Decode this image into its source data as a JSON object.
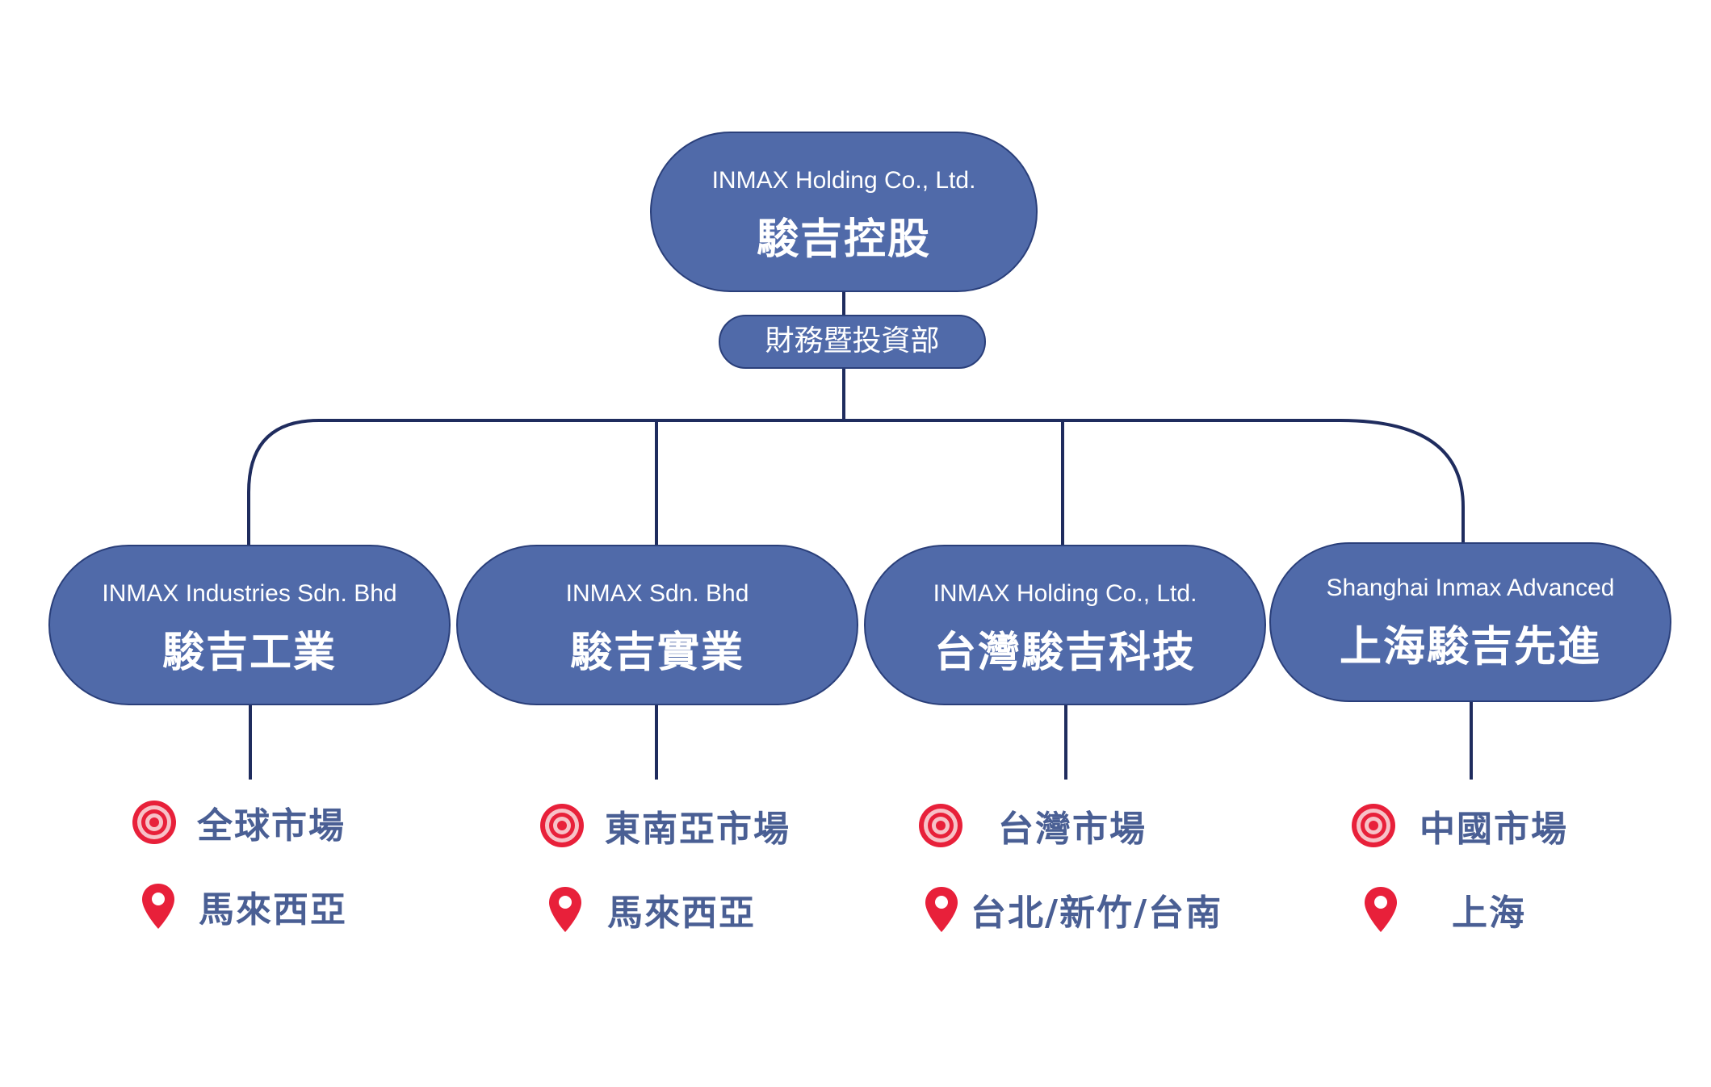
{
  "root": {
    "english": "INMAX Holding Co., Ltd.",
    "chinese": "駿吉控股"
  },
  "department": {
    "label": "財務暨投資部"
  },
  "subsidiaries": [
    {
      "english": "INMAX Industries Sdn. Bhd",
      "chinese": "駿吉工業",
      "market": "全球市場",
      "location": "馬來西亞"
    },
    {
      "english": "INMAX Sdn. Bhd",
      "chinese": "駿吉實業",
      "market": "東南亞市場",
      "location": "馬來西亞"
    },
    {
      "english": "INMAX Holding Co., Ltd.",
      "chinese": "台灣駿吉科技",
      "market": "台灣市場",
      "location": "台北/新竹/台南"
    },
    {
      "english": "Shanghai Inmax Advanced",
      "chinese": "上海駿吉先進",
      "market": "中國市場",
      "location": "上海"
    }
  ],
  "icons": {
    "market": "target-icon",
    "location": "location-pin-icon"
  },
  "colors": {
    "node_fill": "#506aa9",
    "node_border": "#2a3f7a",
    "connector": "#1f2c5e",
    "label_text": "#4a5f94",
    "icon_red": "#e8203a",
    "icon_pink": "#f7c2c8"
  }
}
